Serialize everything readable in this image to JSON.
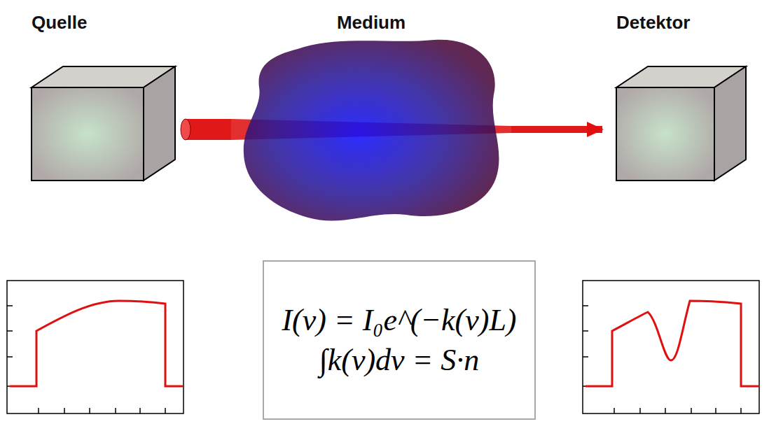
{
  "diagram": {
    "nodes": [
      {
        "text": [
          "Quelle"
        ]
      },
      {
        "text": [
          "Medium"
        ]
      },
      {
        "text": [
          "Detektor"
        ]
      },
      {
        "text": [
          "I(ν) = I₀e^(−k(ν)L)",
          "∫k(ν)dν = S·n"
        ]
      }
    ],
    "edges": [
      {
        "from": 0,
        "to": 1,
        "arrow": "none"
      },
      {
        "from": 1,
        "to": 2,
        "arrow": "to"
      }
    ]
  }
}
